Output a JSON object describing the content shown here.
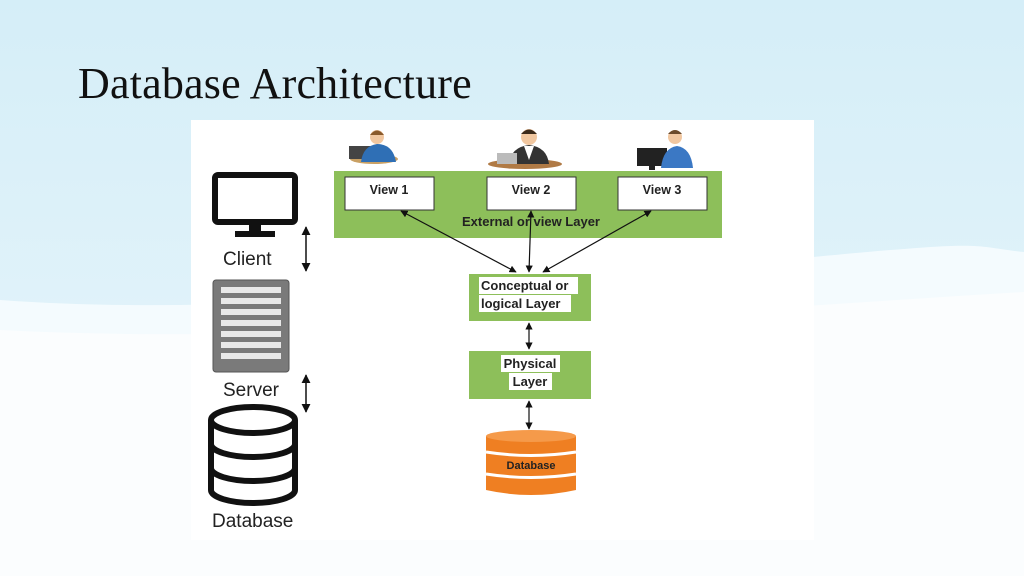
{
  "slide": {
    "title": "Database Architecture"
  },
  "left_tiers": {
    "client_label": "Client",
    "server_label": "Server",
    "database_label": "Database"
  },
  "external_layer": {
    "label": "External or view Layer",
    "views": [
      "View 1",
      "View 2",
      "View 3"
    ]
  },
  "conceptual_layer": {
    "line1": "Conceptual or",
    "line2": "logical Layer"
  },
  "physical_layer": {
    "line1": "Physical",
    "line2": "Layer"
  },
  "storage": {
    "label": "Database"
  },
  "colors": {
    "layer_green": "#8dbf5a",
    "database_orange": "#ef7f22",
    "title_text": "#111111"
  },
  "icons": [
    "monitor-icon",
    "server-rack-icon",
    "database-cylinder-icon",
    "user-at-computer-icon"
  ]
}
